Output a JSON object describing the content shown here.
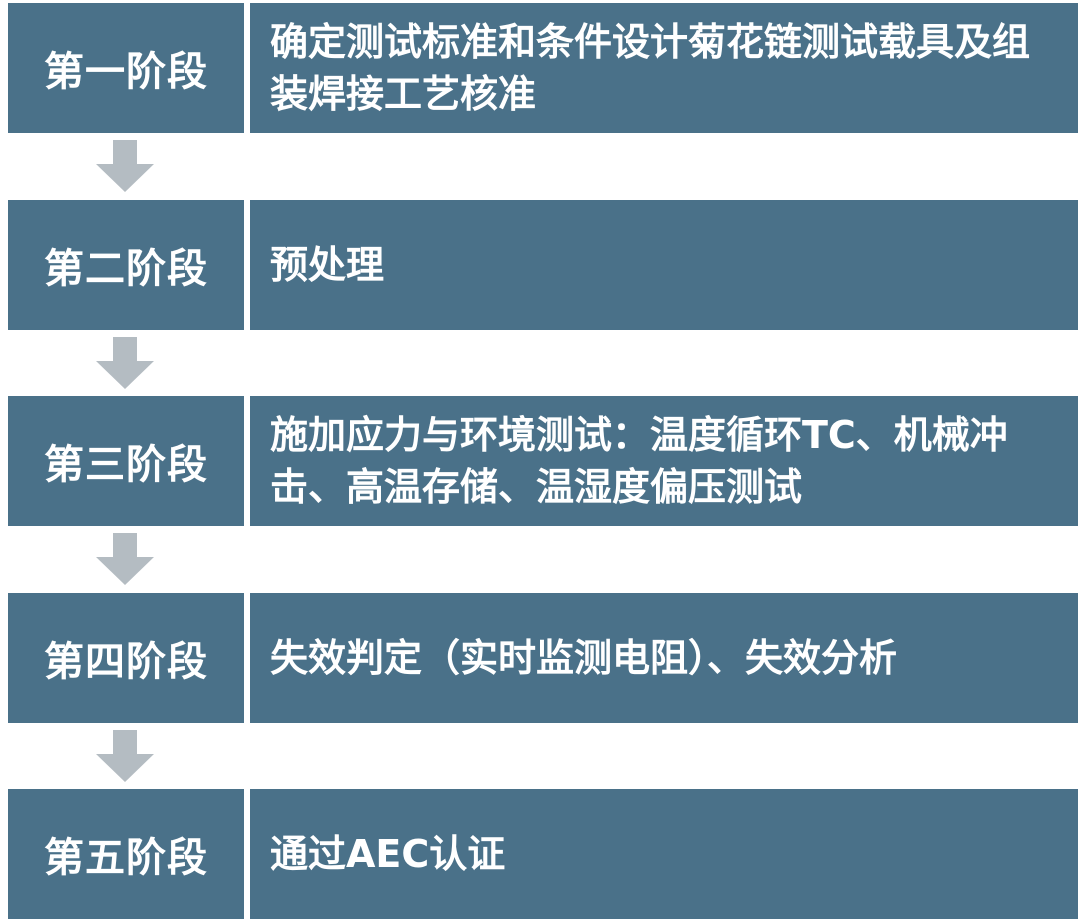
{
  "stages": [
    {
      "label": "第一阶段",
      "description": "确定测试标准和条件设计菊花链测试载具及组装焊接工艺核准"
    },
    {
      "label": "第二阶段",
      "description": "预处理"
    },
    {
      "label": "第三阶段",
      "description": "施加应力与环境测试：温度循环TC、机械冲击、高温存储、温湿度偏压测试"
    },
    {
      "label": "第四阶段",
      "description": "失效判定（实时监测电阻）、失效分析"
    },
    {
      "label": "第五阶段",
      "description": "通过AEC认证"
    }
  ],
  "colors": {
    "box_fill": "#4a7189",
    "arrow_fill": "#b4bcc2",
    "text": "#ffffff"
  },
  "icons": {
    "connector": "down-arrow-icon"
  }
}
